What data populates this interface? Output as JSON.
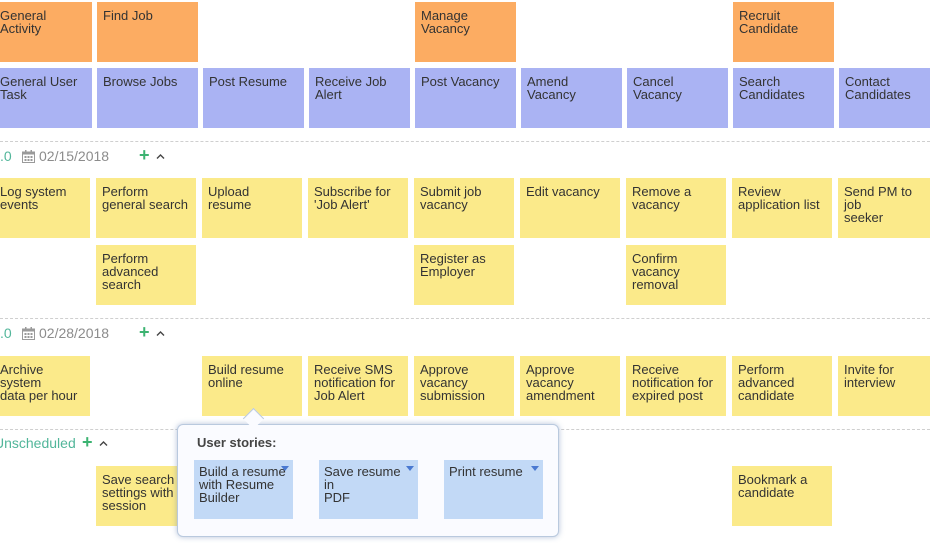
{
  "activities": [
    {
      "label": "General Activity"
    },
    {
      "label": "Find Job"
    },
    {
      "label": "Manage\nVacancy"
    },
    {
      "label": "Recruit\nCandidate"
    }
  ],
  "tasks": [
    {
      "label": "General User\nTask"
    },
    {
      "label": "Browse Jobs"
    },
    {
      "label": "Post Resume"
    },
    {
      "label": "Receive Job\nAlert"
    },
    {
      "label": "Post Vacancy"
    },
    {
      "label": "Amend\nVacancy"
    },
    {
      "label": "Cancel\nVacancy"
    },
    {
      "label": "Search\nCandidates"
    },
    {
      "label": "Contact\nCandidates"
    }
  ],
  "releases": [
    {
      "label": ".0",
      "date": "02/15/2018",
      "stories": [
        {
          "label": "Log system\nevents"
        },
        {
          "label": "Perform\ngeneral search"
        },
        {
          "label": "Upload resume"
        },
        {
          "label": "Subscribe for\n'Job Alert'"
        },
        {
          "label": "Submit job\nvacancy"
        },
        {
          "label": "Edit vacancy"
        },
        {
          "label": "Remove a\nvacancy"
        },
        {
          "label": "Review\napplication list"
        },
        {
          "label": "Send PM to job\nseeker"
        },
        {
          "label": "Perform\nadvanced\nsearch"
        },
        {
          "label": "Register as\nEmployer"
        },
        {
          "label": "Confirm\nvacancy\nremoval"
        }
      ]
    },
    {
      "label": ".0",
      "date": "02/28/2018",
      "stories": [
        {
          "label": "Archive system\ndata per hour"
        },
        {
          "label": "Build resume\nonline"
        },
        {
          "label": "Receive SMS\nnotification for\nJob Alert"
        },
        {
          "label": "Approve\nvacancy\nsubmission"
        },
        {
          "label": "Approve\nvacancy\namendment"
        },
        {
          "label": "Receive\nnotification for\nexpired post"
        },
        {
          "label": "Perform\nadvanced\ncandidate"
        },
        {
          "label": "Invite for\ninterview"
        }
      ]
    },
    {
      "label": "Unscheduled",
      "stories": [
        {
          "label": "Save search\nsettings with\nsession"
        },
        {
          "label": "Bookmark a\ncandidate"
        }
      ]
    }
  ],
  "popup": {
    "title": "User stories:",
    "cards": [
      {
        "label": "Build a resume\nwith Resume\nBuilder"
      },
      {
        "label": "Save resume in\nPDF"
      },
      {
        "label": "Print resume"
      }
    ]
  },
  "colors": {
    "activity": "#fcac62",
    "task": "#aab3f3",
    "story": "#fbea8a",
    "popup_card": "#c2d9f6",
    "release_label": "#52b69a"
  },
  "icons": {
    "calendar": "calendar-icon",
    "add": "plus-icon",
    "collapse": "chevron-up-icon",
    "dropdown": "dropdown-arrow-icon"
  }
}
